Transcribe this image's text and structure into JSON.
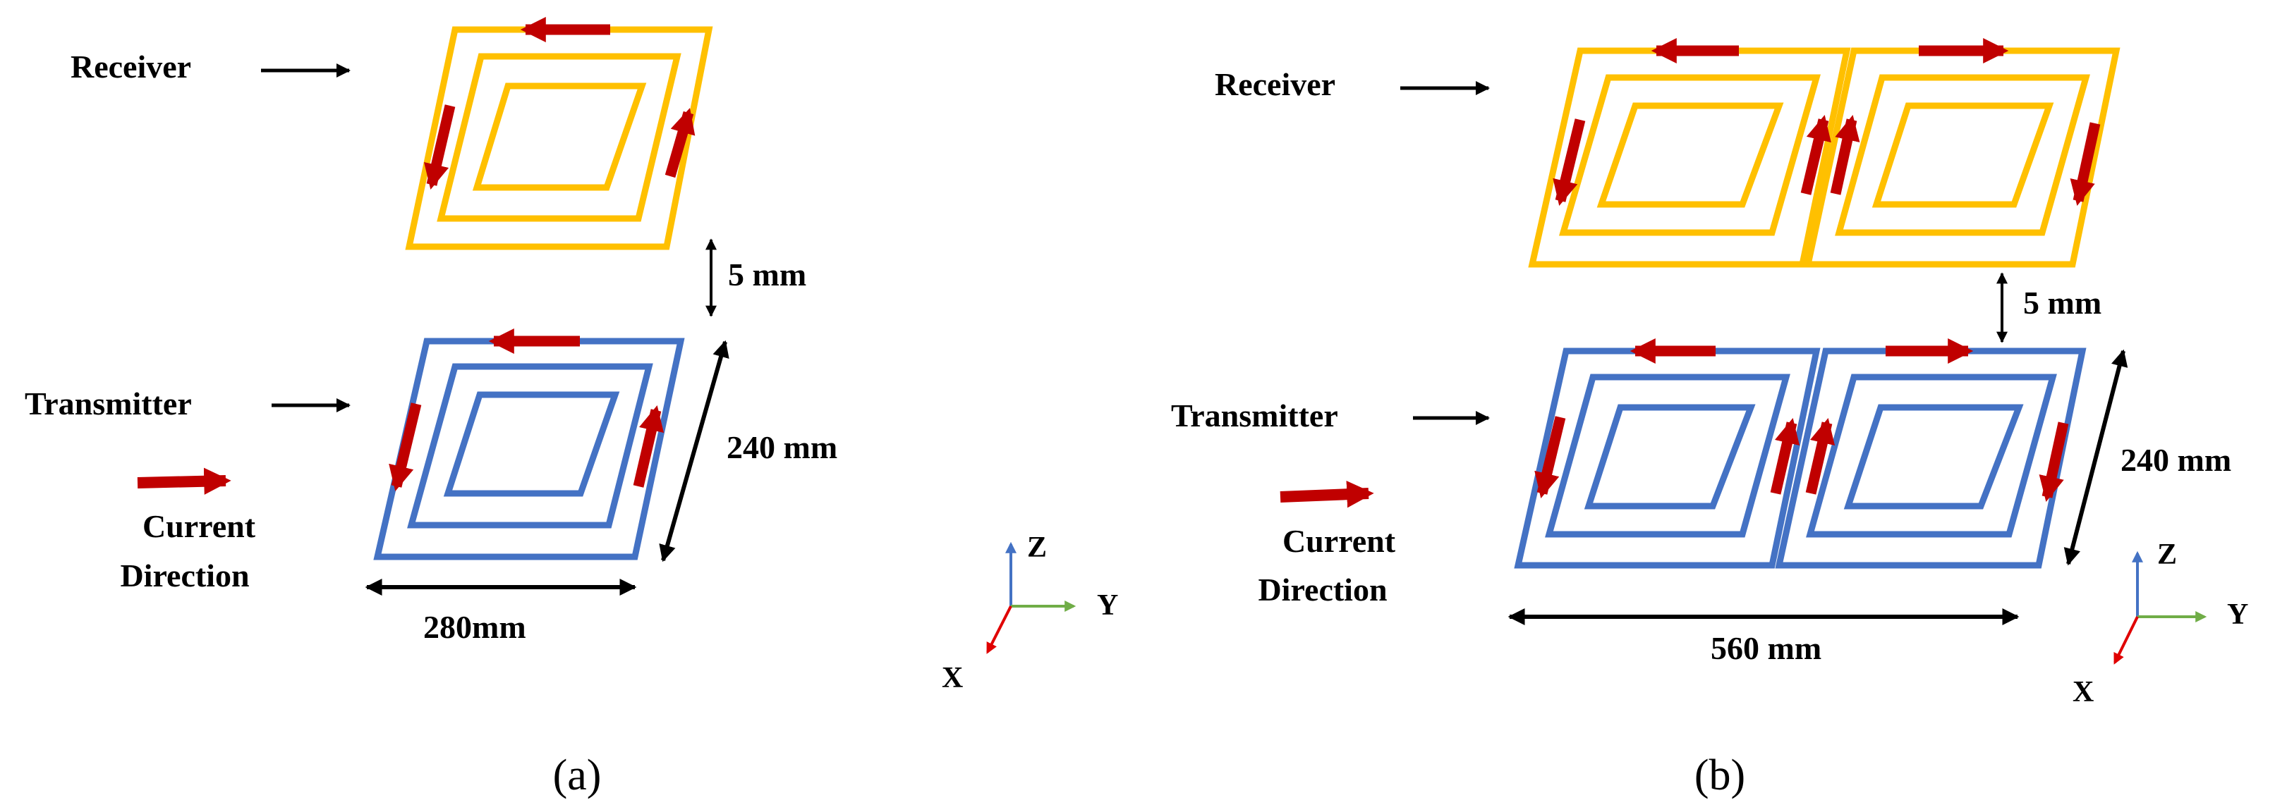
{
  "panel_a": {
    "receiver_label": "Receiver",
    "transmitter_label": "Transmitter",
    "legend_line1": "Current",
    "legend_line2": "Direction",
    "gap_label": "5 mm",
    "length_label": "240 mm",
    "width_label": "280mm",
    "axis_z": "Z",
    "axis_y": "Y",
    "axis_x": "X",
    "caption": "(a)"
  },
  "panel_b": {
    "receiver_label": "Receiver",
    "transmitter_label": "Transmitter",
    "legend_line1": "Current",
    "legend_line2": "Direction",
    "gap_label": "5 mm",
    "length_label": "240 mm",
    "width_label": "560 mm",
    "axis_z": "Z",
    "axis_y": "Y",
    "axis_x": "X",
    "caption": "(b)"
  },
  "colors": {
    "receiver_coil": "#FFC000",
    "transmitter_coil": "#4472C4",
    "current_arrow": "#C00000",
    "axis_z": "#4472C4",
    "axis_y": "#70AD47",
    "axis_x": "#E00000"
  }
}
